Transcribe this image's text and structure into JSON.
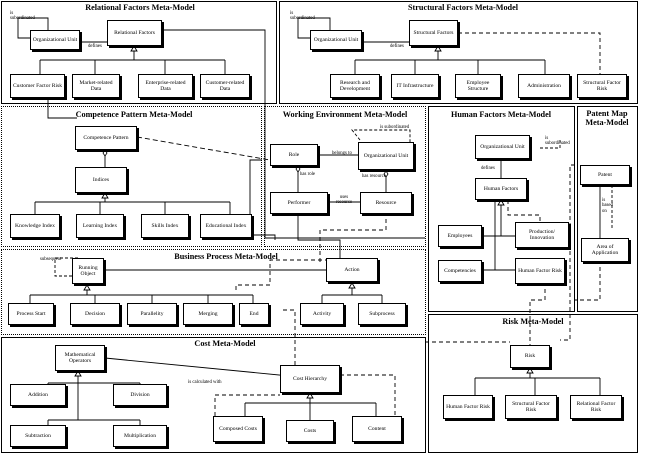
{
  "panels": {
    "relational": {
      "title": "Relational Factors Meta-Model"
    },
    "structural": {
      "title": "Structural Factors Meta-Model"
    },
    "competence": {
      "title": "Competence Pattern Meta-Model"
    },
    "working": {
      "title": "Working Environment Meta-Model"
    },
    "human": {
      "title": "Human Factors Meta-Model"
    },
    "patent": {
      "title": "Patent Map Meta-Model"
    },
    "business": {
      "title": "Business Process Meta-Model"
    },
    "cost": {
      "title": "Cost Meta-Model"
    },
    "risk": {
      "title": "Risk Meta-Model"
    }
  },
  "boxes": {
    "rel_org_unit": "Organizational Unit",
    "rel_factors": "Relational Factors",
    "rel_customer_risk": "Customer Factor Risk",
    "rel_market_data": "Market-related Data",
    "rel_enterprise_data": "Enterprise-related Data",
    "rel_customer_data": "Customer-related Data",
    "str_org_unit": "Organizational Unit",
    "str_factors": "Structural Factors",
    "str_research": "Research and Development",
    "str_it": "IT Infrastructure",
    "str_employee_structure": "Employee Structure",
    "str_administration": "Administration",
    "str_factor_risk": "Structural Factor Risk",
    "comp_pattern": "Competence Pattern",
    "comp_indices": "Indices",
    "comp_knowledge": "Knowledge Index",
    "comp_learning": "Learning Index",
    "comp_skills": "Skills Index",
    "comp_educational": "Educational Index",
    "we_role": "Role",
    "we_org_unit": "Organizational Unit",
    "we_performer": "Performer",
    "we_resource": "Resource",
    "hf_org_unit": "Organizational Unit",
    "hf_factors": "Human Factors",
    "hf_employees": "Employees",
    "hf_production": "Production/ Innovation",
    "hf_competencies": "Competencies",
    "hf_risk": "Human Factor Risk",
    "pm_patent": "Patent",
    "pm_area": "Area of Application",
    "bp_running": "Running Object",
    "bp_action": "Action",
    "bp_process_start": "Process Start",
    "bp_decision": "Decision",
    "bp_parallelity": "Parallelity",
    "bp_merging": "Merging",
    "bp_end": "End",
    "bp_activity": "Activity",
    "bp_subprocess": "Subprocess",
    "cost_operators": "Mathematical Operators",
    "cost_addition": "Addition",
    "cost_division": "Division",
    "cost_subtraction": "Subtraction",
    "cost_multiplication": "Multiplication",
    "cost_hierarchy": "Cost Hierarchy",
    "cost_composed": "Composed Costs",
    "cost_costs": "Costs",
    "cost_content": "Content",
    "risk_risk": "Risk",
    "risk_human": "Human Factor Risk",
    "risk_structural": "Structural Factor Risk",
    "risk_relational": "Relational Factor Risk"
  },
  "labels": {
    "rel_subordinated": "is subordinated",
    "rel_defines": "defines",
    "str_subordinated": "is subordinated",
    "str_defines": "defines",
    "we_subordinated": "is subordinated",
    "we_belongs_to": "belongs to",
    "we_has_role": "has role",
    "we_has_resource": "has resource",
    "we_uses_resource": "uses resource",
    "hf_subordinated": "is subordinated",
    "hf_defines": "defines",
    "pm_based_on": "is based on",
    "bp_subsequent": "subsequent",
    "cost_calculated_with": "is calculated with"
  }
}
